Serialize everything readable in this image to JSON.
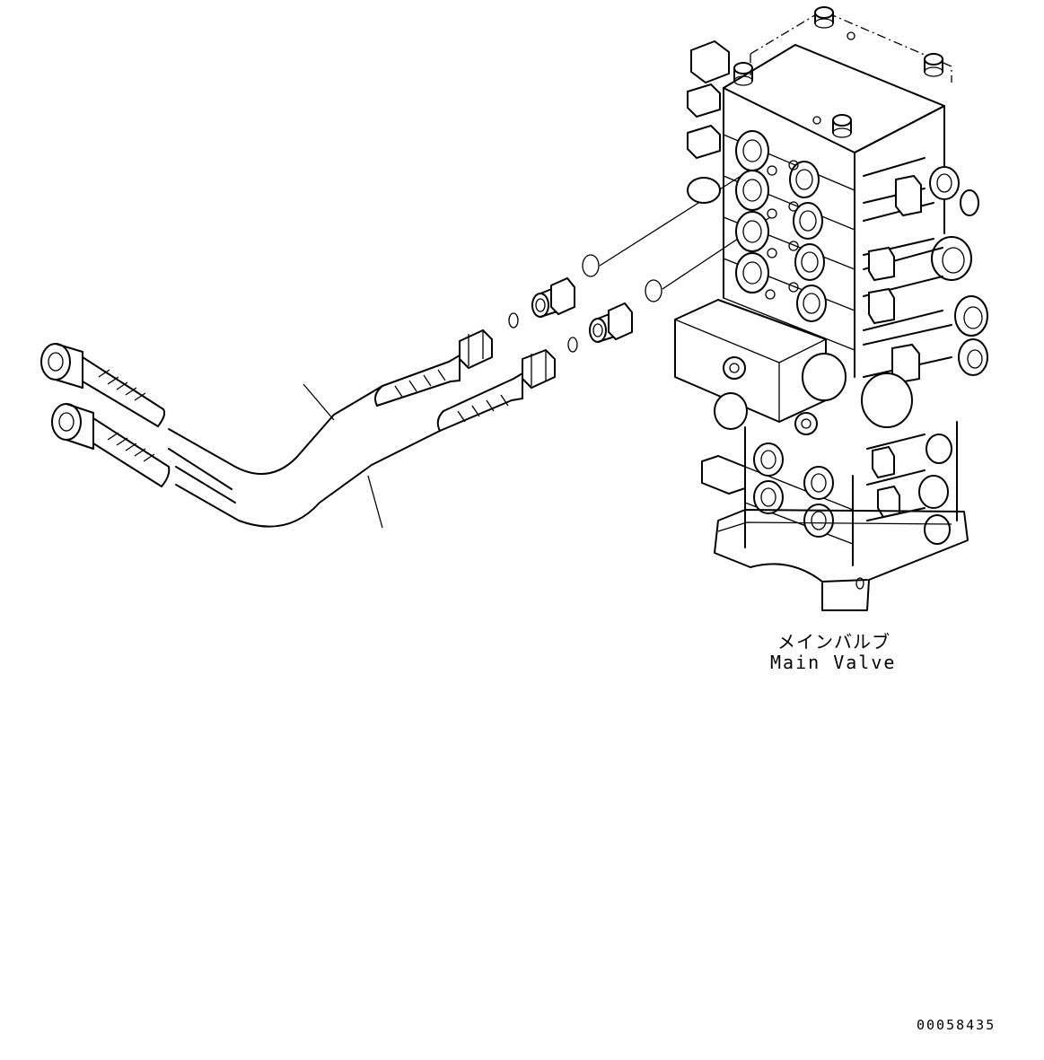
{
  "labels": {
    "main_valve_ja": "メインバルブ",
    "main_valve_en": "Main Valve",
    "drawing_number": "00058435"
  }
}
